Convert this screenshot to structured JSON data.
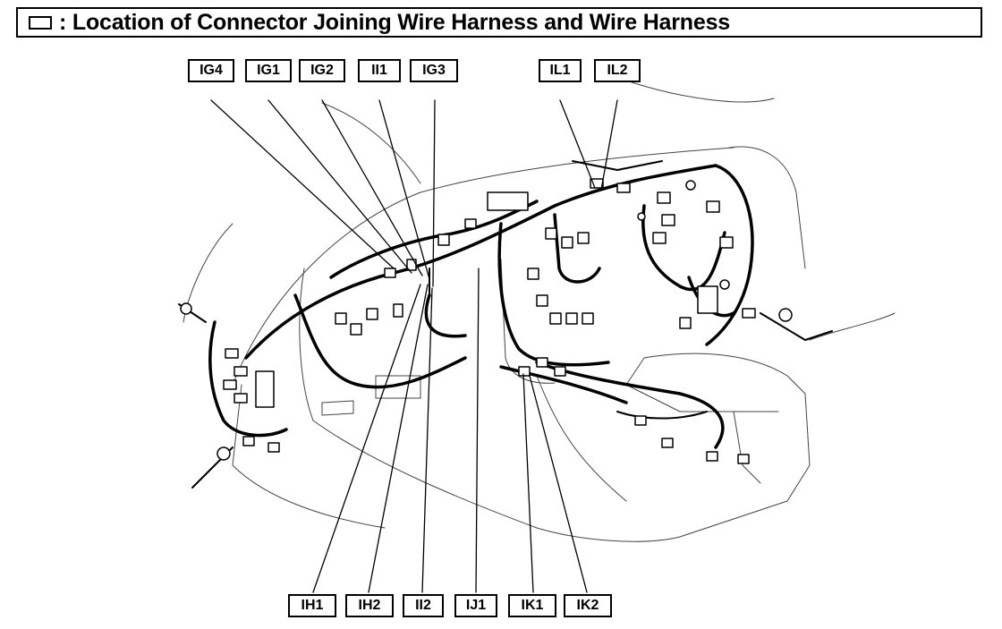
{
  "header": {
    "title": ": Location of Connector Joining Wire Harness and Wire Harness"
  },
  "labels": {
    "top": [
      "IG4",
      "IG1",
      "IG2",
      "II1",
      "IG3",
      "IL1",
      "IL2"
    ],
    "bottom": [
      "IH1",
      "IH2",
      "II2",
      "IJ1",
      "IK1",
      "IK2"
    ]
  }
}
